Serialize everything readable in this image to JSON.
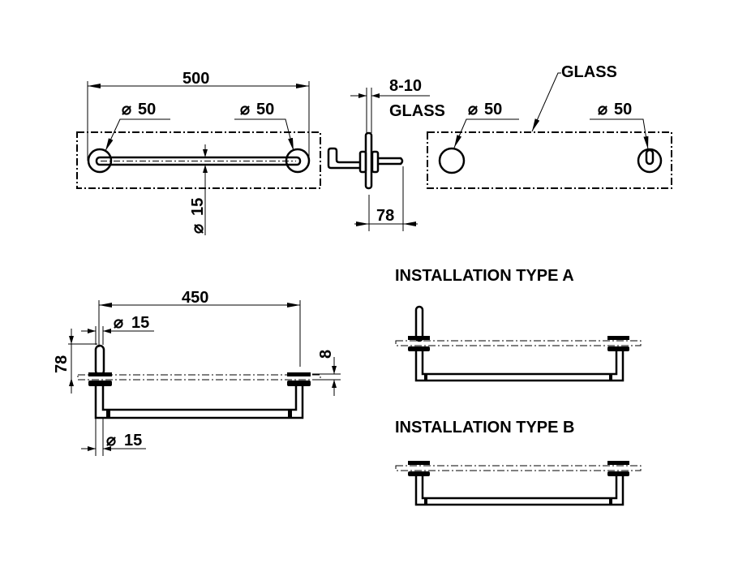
{
  "top_view": {
    "width_label": "500",
    "left_diameter": "50",
    "right_diameter": "50",
    "bar_diameter": "15"
  },
  "side_view": {
    "glass_thickness": "8-10",
    "glass_label": "GLASS",
    "projection": "78"
  },
  "glass_view": {
    "glass_label": "GLASS",
    "left_diameter": "50",
    "right_diameter": "50"
  },
  "front_view": {
    "width_label": "450",
    "pin_diameter": "15",
    "pin_height": "78",
    "tube_diameter": "15",
    "glass_offset": "8"
  },
  "installation_a": {
    "title": "INSTALLATION TYPE A"
  },
  "installation_b": {
    "title": "INSTALLATION TYPE B"
  },
  "diameter_symbol": "⌀"
}
